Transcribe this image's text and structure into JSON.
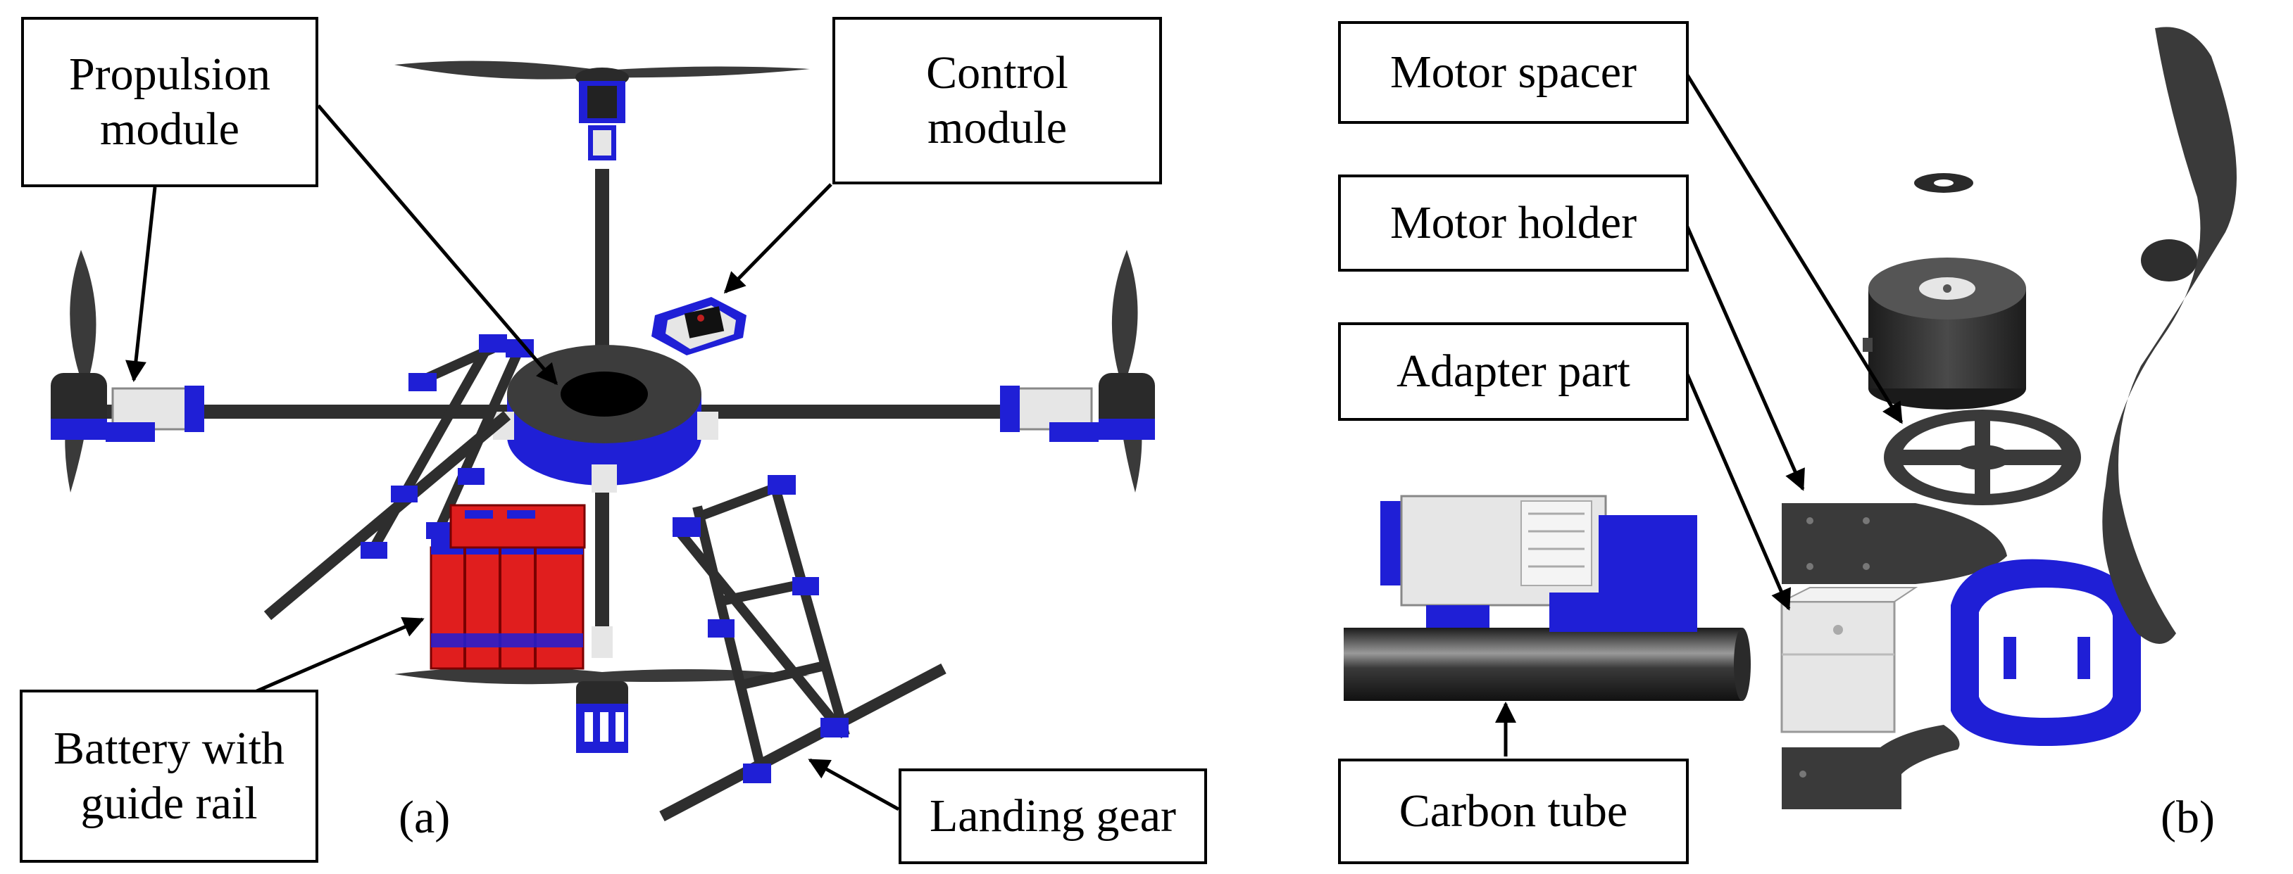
{
  "panels": [
    {
      "id": "a",
      "label": "(a)",
      "callouts": {
        "propulsion": "Propulsion\nmodule",
        "control": "Control\nmodule",
        "battery": "Battery with\nguide rail",
        "landing": "Landing gear"
      }
    },
    {
      "id": "b",
      "label": "(b)",
      "callouts": {
        "spacer": "Motor spacer",
        "holder": "Motor holder",
        "adapter": "Adapter part",
        "tube": "Carbon tube"
      }
    }
  ],
  "colors": {
    "part_dark": "#3c3c3c",
    "part_blue": "#1f1fd6",
    "battery_red": "#e01e1e",
    "housing_light": "#e6e6e6",
    "outline": "#000000"
  }
}
